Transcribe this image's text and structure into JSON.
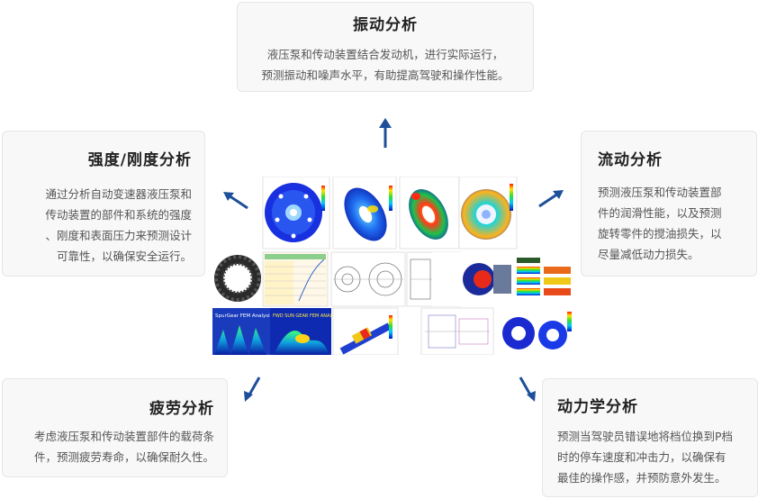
{
  "cards": {
    "vibration": {
      "title": "振动分析",
      "lines": [
        "液压泵和传动装置结合发动机，进行实际运行，",
        "预测振动和噪声水平，有助提高驾驶和操作性能。"
      ]
    },
    "strength": {
      "title": "强度/刚度分析",
      "lines": [
        "通过分析自动变速器液压泵和",
        "传动装置的部件和系统的强度",
        "、刚度和表面压力来预测设计",
        "可靠性，以确保安全运行。"
      ]
    },
    "flow": {
      "title": "流动分析",
      "lines": [
        "预测液压泵和传动装置部",
        "件的润滑性能，以及预测",
        "旋转零件的搅油损失，以",
        "尽量减低动力损失。"
      ]
    },
    "fatigue": {
      "title": "疲劳分析",
      "lines": [
        "考虑液压泵和传动装置部件的载荷条",
        "件，预测疲劳寿命，以确保耐久性。"
      ]
    },
    "dynamics": {
      "title": "动力学分析",
      "lines": [
        "预测当驾驶员错误地将档位换到P档",
        "时的停车速度和冲击力，以确保有",
        "最佳的操作感，并预防意外发生。"
      ]
    }
  },
  "collage": {
    "label_spur_gear": "SpurGear FEM Analysis",
    "label_fwd_gear": "FWD SUN GEAR FEM ANALYSIS"
  },
  "colors": {
    "arrow": "#1d4f9a",
    "card_bg": "#f8f8f8",
    "card_border": "#e6e6e6",
    "title": "#222222",
    "text": "#555555"
  }
}
